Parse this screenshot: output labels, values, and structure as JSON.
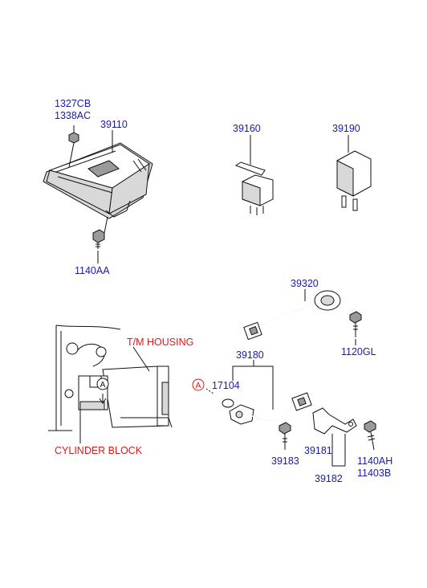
{
  "labels": {
    "ecu_nut_1": "1327CB",
    "ecu_nut_2": "1338AC",
    "ecu": "39110",
    "ecu_bolt": "1140AA",
    "relay": "39160",
    "fuse_module": "39190",
    "knock_sensor": "39320",
    "knock_bolt": "1120GL",
    "cmp_sensor": "39180",
    "oring": "17104",
    "sensor_bolt": "39183",
    "bracket": "39181",
    "bracket_assy": "39182",
    "bracket_bolt_1": "1140AH",
    "bracket_bolt_2": "11403B",
    "tm_housing": "T/M HOUSING",
    "cylinder_block": "CYLINDER BLOCK",
    "ref_a": "A"
  },
  "colors": {
    "part_number": "#1a1aa8",
    "callout": "#e01818",
    "line": "#111111"
  }
}
